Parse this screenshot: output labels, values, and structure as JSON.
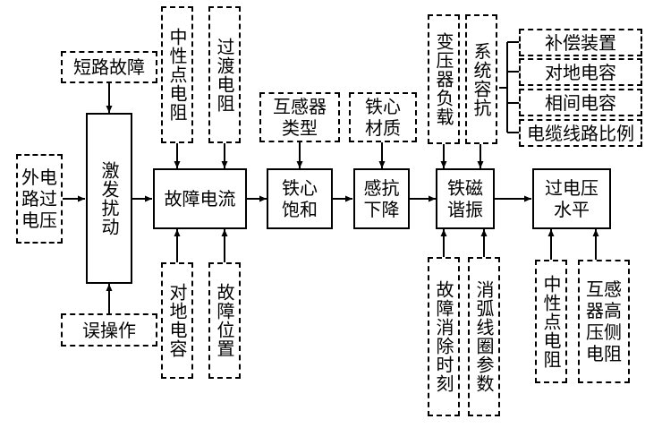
{
  "nodes": {
    "external_overvoltage": "外电\n路过\n电压",
    "short_circuit_fault": "短路故障",
    "excitation_disturbance": "激发扰动",
    "misoperation": "误操作",
    "neutral_resistance_top": "中性点电阻",
    "transition_resistance": "过渡电阻",
    "fault_current": "故障电流",
    "ground_capacitance": "对地电容",
    "fault_location": "故障位置",
    "transformer_type": "互感器\n类型",
    "core_saturation": "铁心\n饱和",
    "core_material": "铁心\n材质",
    "reactance_drop": "感抗\n下降",
    "transformer_load": "变压器负载",
    "system_capacitive_reactance": "系统容抗",
    "compensation_device": "补偿装置",
    "ground_capacitance_2": "对地电容",
    "phase_capacitance": "相间电容",
    "cable_ratio": "电缆线路比例",
    "ferroresonance": "铁磁\n谐振",
    "fault_clearing_time": "故障消除时刻",
    "arc_coil_params": "消弧线圈参数",
    "overvoltage_level": "过电压\n水平",
    "neutral_resistance_bottom": "中性点电阻",
    "pt_hv_resistance": "互感\n器高\n压侧\n电阻"
  }
}
